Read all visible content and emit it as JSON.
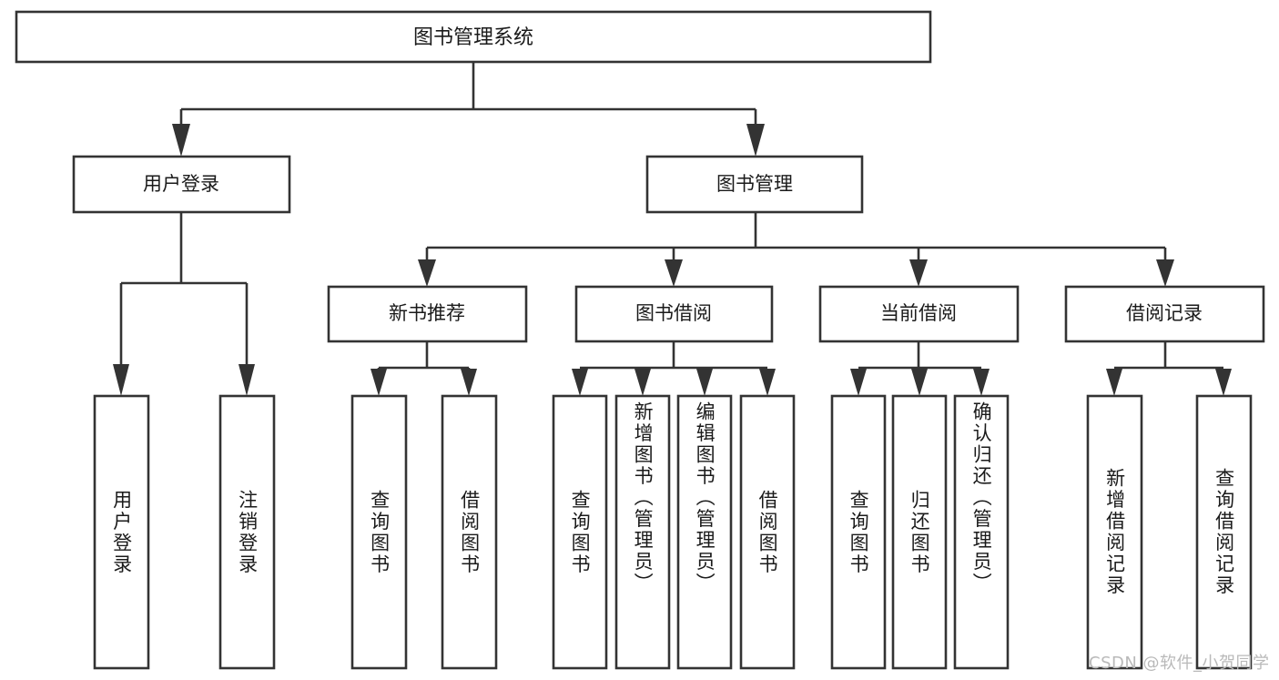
{
  "diagram": {
    "type": "tree-hierarchy",
    "title": "图书管理系统",
    "orientation": "top-down",
    "colors": {
      "box_stroke": "#333333",
      "box_fill": "#ffffff",
      "text": "#1a1a1a",
      "background": "#ffffff",
      "watermark": "#b9b9b9"
    },
    "levels": [
      {
        "level": 1,
        "nodes": [
          {
            "id": "root",
            "label": "图书管理系统",
            "orientation": "horizontal"
          }
        ]
      },
      {
        "level": 2,
        "nodes": [
          {
            "id": "user-login",
            "label": "用户登录",
            "orientation": "horizontal",
            "parent": "root"
          },
          {
            "id": "book-manage",
            "label": "图书管理",
            "orientation": "horizontal",
            "parent": "root"
          }
        ]
      },
      {
        "level": 3,
        "nodes": [
          {
            "id": "new-book-rec",
            "label": "新书推荐",
            "orientation": "horizontal",
            "parent": "book-manage"
          },
          {
            "id": "book-borrow",
            "label": "图书借阅",
            "orientation": "horizontal",
            "parent": "book-manage"
          },
          {
            "id": "current-borrow",
            "label": "当前借阅",
            "orientation": "horizontal",
            "parent": "book-manage"
          },
          {
            "id": "borrow-record",
            "label": "借阅记录",
            "orientation": "horizontal",
            "parent": "book-manage"
          }
        ]
      },
      {
        "level": 4,
        "nodes": [
          {
            "id": "leaf-user-login",
            "label": "用户登录",
            "orientation": "vertical",
            "parent": "user-login"
          },
          {
            "id": "leaf-logout",
            "label": "注销登录",
            "orientation": "vertical",
            "parent": "user-login"
          },
          {
            "id": "leaf-query-book-1",
            "label": "查询图书",
            "orientation": "vertical",
            "parent": "new-book-rec"
          },
          {
            "id": "leaf-borrow-book-1",
            "label": "借阅图书",
            "orientation": "vertical",
            "parent": "new-book-rec"
          },
          {
            "id": "leaf-query-book-2",
            "label": "查询图书",
            "orientation": "vertical",
            "parent": "book-borrow"
          },
          {
            "id": "leaf-add-book",
            "label": "新增图书（管理员）",
            "orientation": "vertical",
            "parent": "book-borrow"
          },
          {
            "id": "leaf-edit-book",
            "label": "编辑图书（管理员）",
            "orientation": "vertical",
            "parent": "book-borrow"
          },
          {
            "id": "leaf-borrow-book-2",
            "label": "借阅图书",
            "orientation": "vertical",
            "parent": "book-borrow"
          },
          {
            "id": "leaf-query-book-3",
            "label": "查询图书",
            "orientation": "vertical",
            "parent": "current-borrow"
          },
          {
            "id": "leaf-return-book",
            "label": "归还图书",
            "orientation": "vertical",
            "parent": "current-borrow"
          },
          {
            "id": "leaf-confirm-return",
            "label": "确认归还（管理员）",
            "orientation": "vertical",
            "parent": "current-borrow"
          },
          {
            "id": "leaf-add-record",
            "label": "新增借阅记录",
            "orientation": "vertical",
            "parent": "borrow-record"
          },
          {
            "id": "leaf-query-record",
            "label": "查询借阅记录",
            "orientation": "vertical",
            "parent": "borrow-record"
          }
        ]
      }
    ]
  },
  "watermark": {
    "text": "CSDN @软件_小贺同学"
  }
}
